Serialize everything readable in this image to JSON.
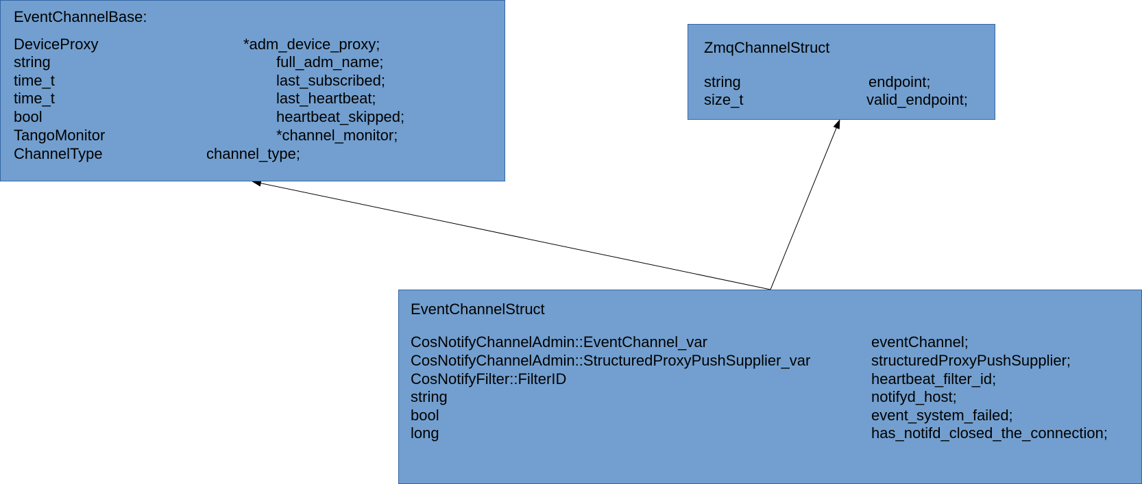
{
  "colors": {
    "box_fill": "#729fcf",
    "box_border": "#3465a4",
    "text": "#000000",
    "arrow": "#000000"
  },
  "event_channel_base": {
    "title": "EventChannelBase:",
    "fields": [
      {
        "type": "DeviceProxy",
        "name": "*adm_device_proxy;"
      },
      {
        "type": "string",
        "name": "full_adm_name;"
      },
      {
        "type": "time_t",
        "name": "last_subscribed;"
      },
      {
        "type": "time_t",
        "name": "last_heartbeat;"
      },
      {
        "type": "bool",
        "name": "heartbeat_skipped;"
      },
      {
        "type": "TangoMonitor",
        "name": "*channel_monitor;"
      },
      {
        "type": "ChannelType",
        "name": "channel_type;"
      }
    ]
  },
  "zmq_channel_struct": {
    "title": "ZmqChannelStruct",
    "fields": [
      {
        "type": "string",
        "name": "endpoint;"
      },
      {
        "type": "size_t",
        "name": "valid_endpoint;"
      }
    ]
  },
  "event_channel_struct": {
    "title": "EventChannelStruct",
    "fields": [
      {
        "type": "CosNotifyChannelAdmin::EventChannel_var",
        "name": "eventChannel;"
      },
      {
        "type": "CosNotifyChannelAdmin::StructuredProxyPushSupplier_var",
        "name": "structuredProxyPushSupplier;"
      },
      {
        "type": "CosNotifyFilter::FilterID",
        "name": "heartbeat_filter_id;"
      },
      {
        "type": "string",
        "name": "notifyd_host;"
      },
      {
        "type": "bool",
        "name": "event_system_failed;"
      },
      {
        "type": "long",
        "name": "has_notifd_closed_the_connection;"
      }
    ]
  },
  "relations": [
    {
      "from": "EventChannelStruct",
      "to": "EventChannelBase:"
    },
    {
      "from": "EventChannelStruct",
      "to": "ZmqChannelStruct"
    }
  ]
}
